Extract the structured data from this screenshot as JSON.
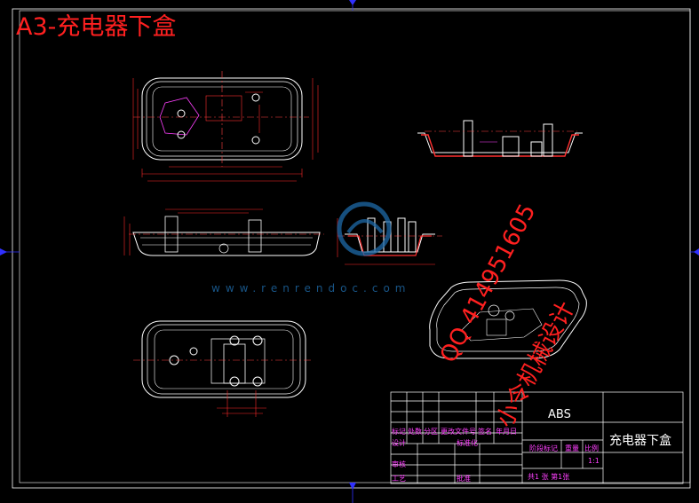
{
  "drawing": {
    "title": "A3-充电器下盒",
    "part_name": "充电器下盒",
    "material": "ABS",
    "scale": "1:1",
    "sheet_info": "共1 张 第1张"
  },
  "title_block": {
    "row_labels": [
      "标记",
      "处数",
      "分区",
      "更改文件号",
      "签名",
      "年月日"
    ],
    "design": "设计",
    "standardize": "标准化",
    "stage_mark": "阶段标记",
    "weight": "重量",
    "scale_label": "比例",
    "review": "审核",
    "process": "工艺",
    "approve": "批准"
  },
  "watermark": {
    "site": "www.renrendoc.com",
    "qq": "QQ 414951605",
    "shop": "小令机械设计"
  },
  "colors": {
    "background": "#000000",
    "outline": "#ffffff",
    "dimension": "#ff2a2a",
    "section": "#ff3030",
    "centerline": "#ff4040",
    "frame": "#3030ff",
    "watermark_blue": "#1e6aa8",
    "watermark_red": "#ff2020",
    "title_text": "#ff2020"
  }
}
